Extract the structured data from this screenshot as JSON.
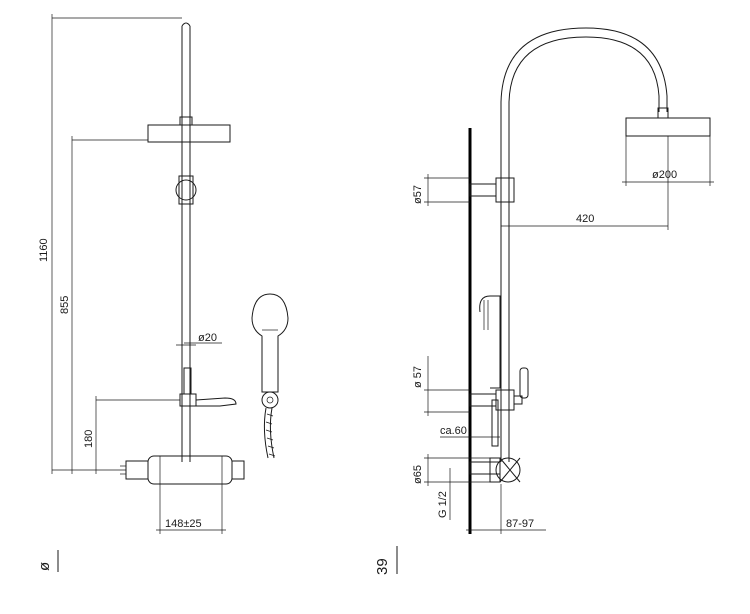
{
  "front_view": {
    "dim_total_height": "1160",
    "dim_handshower_height": "855",
    "dim_mixer_height": "180",
    "dim_pipe_diameter": "ø20",
    "dim_mixer_spacing": "148±25",
    "footer_symbol": "ø"
  },
  "side_view": {
    "dim_wall_bracket_upper": "ø57",
    "dim_wall_bracket_lower": "ø 57",
    "dim_head_diameter": "ø200",
    "dim_head_reach": "420",
    "dim_offset": "ca.60",
    "dim_connector": "ø65",
    "dim_thread": "G 1/2",
    "dim_projection": "87-97",
    "footer_symbol": "39"
  }
}
